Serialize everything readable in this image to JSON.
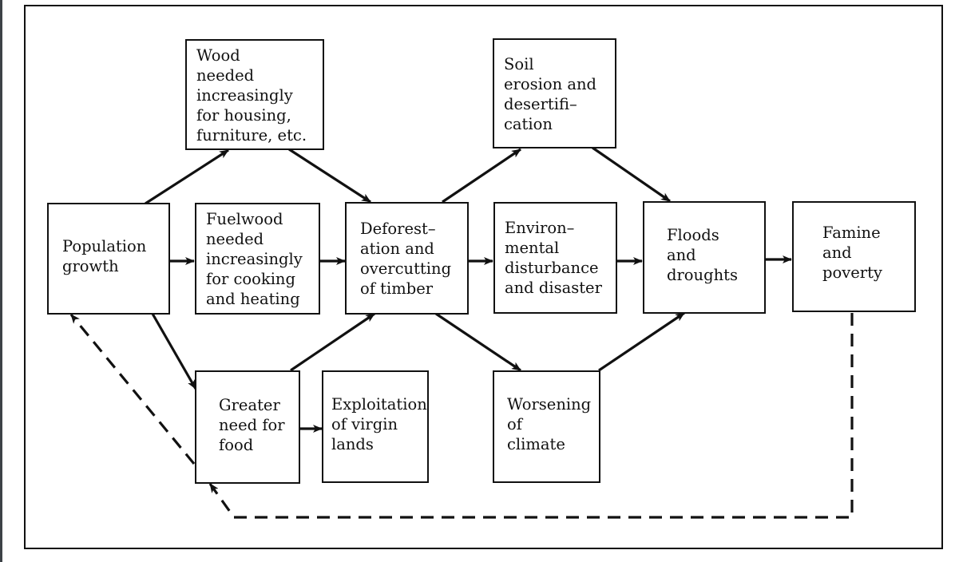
{
  "diagram": {
    "title": "Causes and consequences of population growth on forests",
    "nodes": [
      {
        "id": "population",
        "label": "Population\ngrowth"
      },
      {
        "id": "wood",
        "label": "Wood\nneeded\nincreasingly\nfor housing,\nfurniture, etc."
      },
      {
        "id": "fuelwood",
        "label": "Fuelwood\nneeded\nincreasingly\nfor cooking\nand heating"
      },
      {
        "id": "food",
        "label": "Greater\nneed for\nfood"
      },
      {
        "id": "deforestation",
        "label": "Deforest–\nation and\novercutting\nof timber"
      },
      {
        "id": "virgin",
        "label": "Exploitation\nof virgin\nlands"
      },
      {
        "id": "soil",
        "label": "Soil\nerosion and\ndesertifi–\ncation"
      },
      {
        "id": "environmental",
        "label": "Environ–\nmental\ndisturbance\nand disaster"
      },
      {
        "id": "climate",
        "label": "Worsening\nof\nclimate"
      },
      {
        "id": "floods",
        "label": "Floods\nand\ndroughts"
      },
      {
        "id": "famine",
        "label": "Famine\nand\npoverty"
      }
    ],
    "edges": [
      {
        "from": "population",
        "to": "wood",
        "style": "solid"
      },
      {
        "from": "population",
        "to": "fuelwood",
        "style": "solid"
      },
      {
        "from": "population",
        "to": "food",
        "style": "solid"
      },
      {
        "from": "wood",
        "to": "deforestation",
        "style": "solid"
      },
      {
        "from": "fuelwood",
        "to": "deforestation",
        "style": "solid"
      },
      {
        "from": "food",
        "to": "deforestation",
        "style": "solid"
      },
      {
        "from": "food",
        "to": "virgin",
        "style": "solid"
      },
      {
        "from": "deforestation",
        "to": "soil",
        "style": "solid"
      },
      {
        "from": "deforestation",
        "to": "environmental",
        "style": "solid"
      },
      {
        "from": "deforestation",
        "to": "climate",
        "style": "solid"
      },
      {
        "from": "soil",
        "to": "floods",
        "style": "solid"
      },
      {
        "from": "environmental",
        "to": "floods",
        "style": "solid"
      },
      {
        "from": "climate",
        "to": "floods",
        "style": "solid"
      },
      {
        "from": "floods",
        "to": "famine",
        "style": "solid"
      },
      {
        "from": "famine",
        "to": "food",
        "style": "dashed"
      },
      {
        "from": "food",
        "to": "population",
        "style": "dashed"
      }
    ]
  }
}
